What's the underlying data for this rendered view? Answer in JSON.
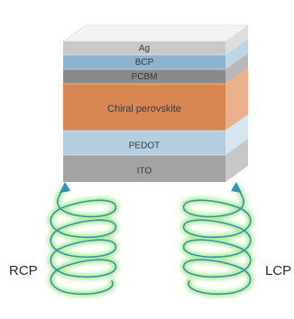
{
  "device_stack": {
    "layers": [
      {
        "label": "Ag",
        "color": "#c9c9c9"
      },
      {
        "label": "BCP",
        "color": "#8fb3cf"
      },
      {
        "label": "PCBM",
        "color": "#8a8a8a"
      },
      {
        "label": "Chiral perovskite",
        "color": "#d98752"
      },
      {
        "label": "PEDOT",
        "color": "#b4cde0"
      },
      {
        "label": "ITO",
        "color": "#a3a3a3"
      }
    ]
  },
  "light": {
    "left_label": "RCP",
    "right_label": "LCP",
    "coil_color": "#2f93b6",
    "glow_color": "#9ee87a"
  }
}
